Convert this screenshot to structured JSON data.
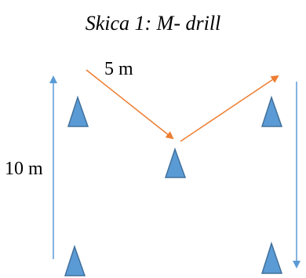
{
  "diagram": {
    "title": "Skica 1:  M- drill",
    "distance_label_horizontal": "5 m",
    "distance_label_vertical": "10 m"
  },
  "colors": {
    "cone_fill": "#5b9bd5",
    "cone_stroke": "#41719c",
    "path_arrow": "#ed7d31",
    "side_arrow": "#5b9bd5",
    "text": "#000000"
  },
  "cones": [
    {
      "name": "cone-top-left"
    },
    {
      "name": "cone-top-right"
    },
    {
      "name": "cone-middle"
    },
    {
      "name": "cone-bottom-left"
    },
    {
      "name": "cone-bottom-right"
    }
  ]
}
